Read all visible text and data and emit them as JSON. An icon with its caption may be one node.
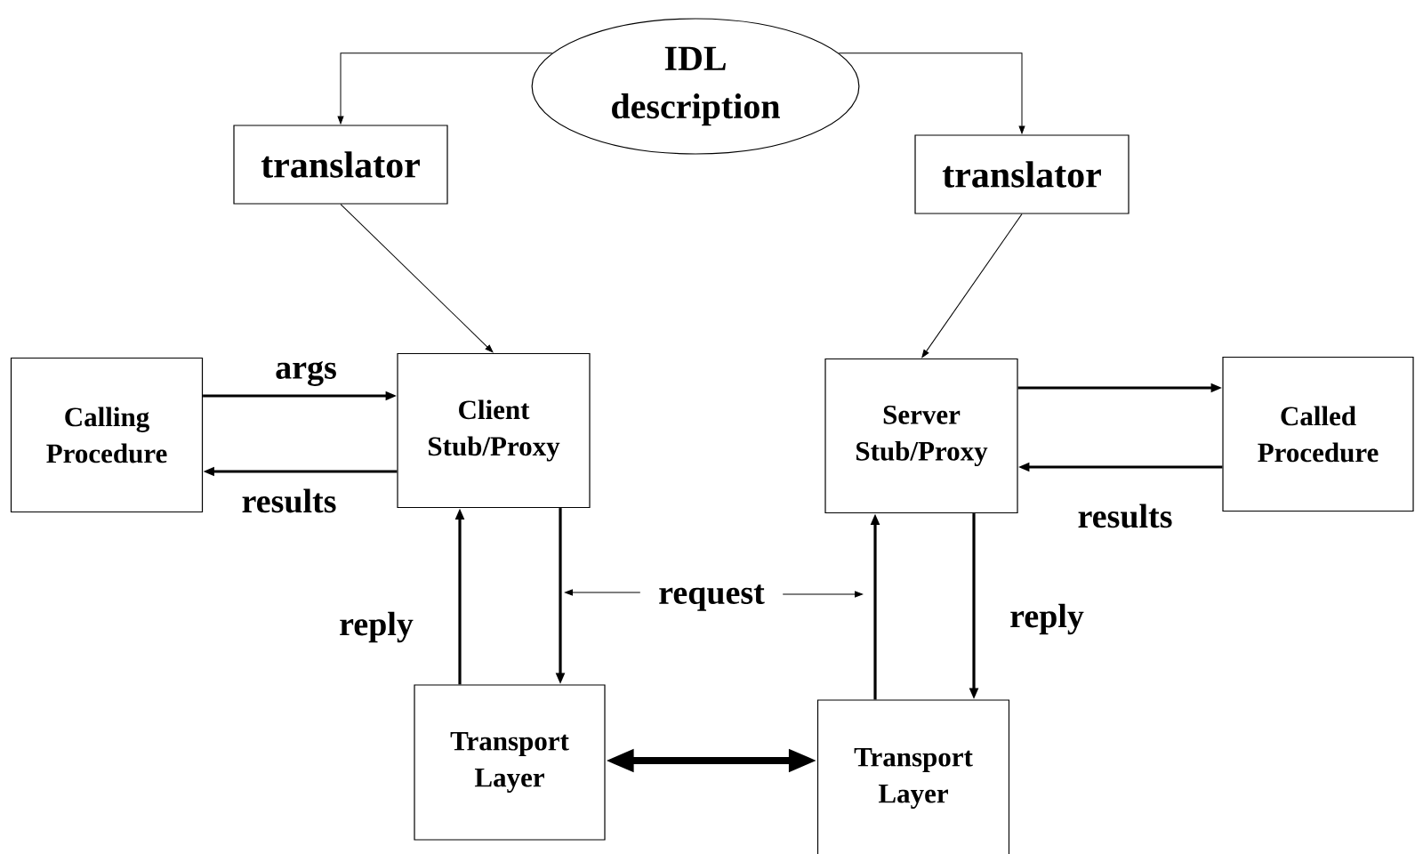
{
  "diagram": {
    "nodes": [
      {
        "text": [
          "IDL description"
        ]
      },
      {
        "text": [
          "translator"
        ]
      },
      {
        "text": [
          "translator"
        ]
      },
      {
        "text": [
          "Calling Procedure"
        ]
      },
      {
        "text": [
          "Client Stub/Proxy"
        ]
      },
      {
        "text": [
          "Server Stub/Proxy"
        ]
      },
      {
        "text": [
          "Called Procedure"
        ]
      },
      {
        "text": [
          "Transport Layer"
        ]
      },
      {
        "text": [
          "Transport Layer"
        ]
      },
      {
        "text": [
          "request"
        ]
      }
    ],
    "edges": [
      {
        "from": 0,
        "to": 1,
        "arrow": "to"
      },
      {
        "from": 0,
        "to": 2,
        "arrow": "to"
      },
      {
        "from": 1,
        "to": 4,
        "arrow": "to"
      },
      {
        "from": 2,
        "to": 5,
        "arrow": "to"
      },
      {
        "from": 3,
        "to": 4,
        "arrow": "to",
        "label": "args"
      },
      {
        "from": 4,
        "to": 3,
        "arrow": "to",
        "label": "results"
      },
      {
        "from": 5,
        "to": 6,
        "arrow": "to"
      },
      {
        "from": 6,
        "to": 5,
        "arrow": "to",
        "label": "results"
      },
      {
        "from": 4,
        "to": 7,
        "arrow": "to"
      },
      {
        "from": 7,
        "to": 4,
        "arrow": "to",
        "label": "reply"
      },
      {
        "from": 8,
        "to": 5,
        "arrow": "to"
      },
      {
        "from": 5,
        "to": 8,
        "arrow": "to",
        "label": "reply"
      },
      {
        "from": 7,
        "to": 8,
        "arrow": "both",
        "style": "thick"
      },
      {
        "from": 9,
        "to": null,
        "arrow": "to"
      },
      {
        "from": 9,
        "to": null,
        "arrow": "to"
      }
    ]
  }
}
